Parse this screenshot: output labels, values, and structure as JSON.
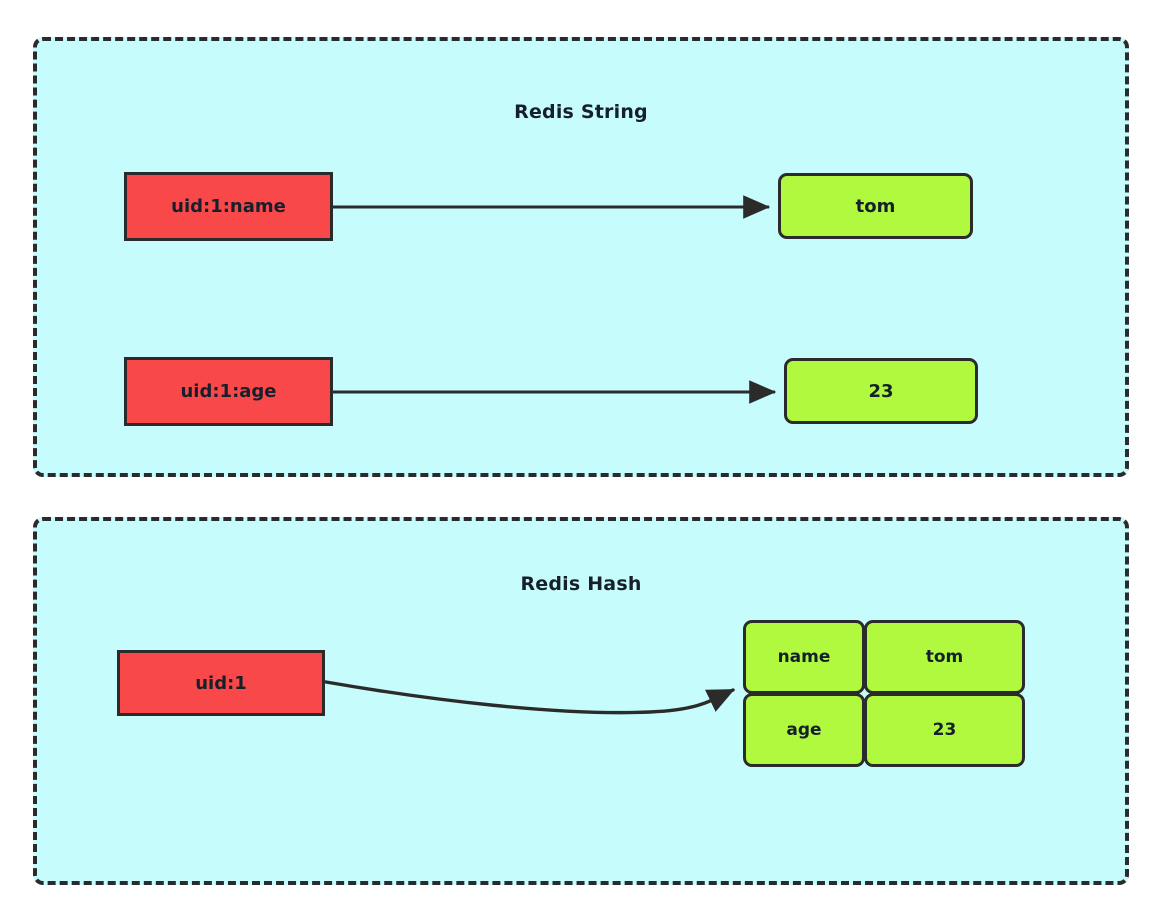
{
  "diagram": {
    "title_semantic": "Redis String vs Redis Hash key storage comparison",
    "background_color": "#ffffff",
    "panel_fill": "#c6fcfc",
    "panel_border_color": "#2b2b2b",
    "key_box_color": "#f9484a",
    "value_box_color": "#b0f93f",
    "text_color": "#15202b"
  },
  "panels": [
    {
      "id": "redis-string",
      "title": "Redis String",
      "rows": [
        {
          "key": "uid:1:name",
          "value": "tom"
        },
        {
          "key": "uid:1:age",
          "value": "23"
        }
      ]
    },
    {
      "id": "redis-hash",
      "title": "Redis Hash",
      "key": "uid:1",
      "fields": [
        {
          "field": "name",
          "value": "tom"
        },
        {
          "field": "age",
          "value": "23"
        }
      ]
    }
  ],
  "connectors": [
    {
      "from": "uid:1:name",
      "to": "tom",
      "style": "straight-arrow"
    },
    {
      "from": "uid:1:age",
      "to": "23",
      "style": "straight-arrow"
    },
    {
      "from": "uid:1",
      "to": "hash-table",
      "style": "curved-arrow"
    }
  ]
}
